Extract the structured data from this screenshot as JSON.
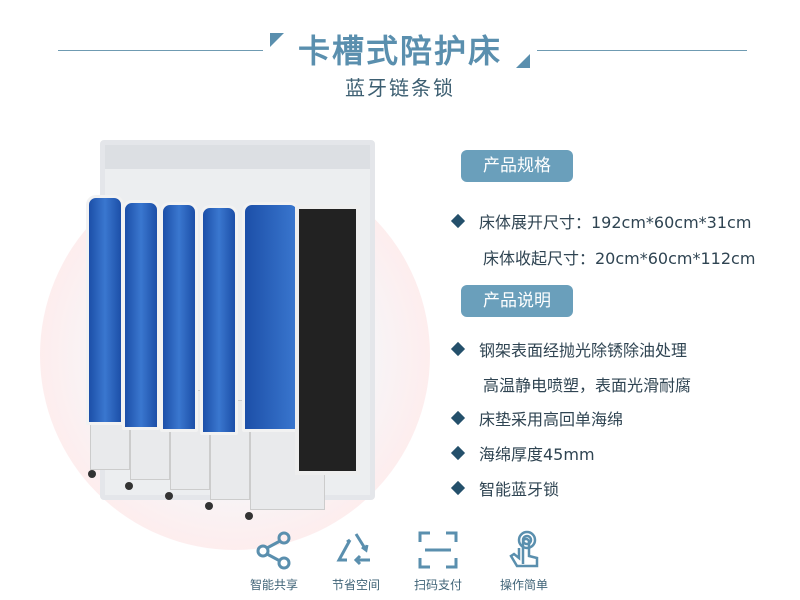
{
  "header": {
    "title": "卡槽式陪护床",
    "subtitle": "蓝牙链条锁"
  },
  "specs": {
    "tag": "产品规格",
    "items": [
      "床体展开尺寸：192cm*60cm*31cm",
      "床体收起尺寸：20cm*60cm*112cm"
    ]
  },
  "description": {
    "tag": "产品说明",
    "items": [
      "钢架表面经抛光除锈除油处理",
      "高温静电喷塑，表面光滑耐腐",
      "床垫采用高回单海绵",
      "海绵厚度45mm",
      "智能蓝牙锁"
    ]
  },
  "features": [
    {
      "label": "智能共享",
      "icon": "share-icon"
    },
    {
      "label": "节省空间",
      "icon": "recycle-icon"
    },
    {
      "label": "扫码支付",
      "icon": "scan-icon"
    },
    {
      "label": "操作简单",
      "icon": "touch-icon"
    }
  ],
  "colors": {
    "accent": "#5a8fae",
    "text": "#2f4452",
    "bed": "#2a63bb"
  }
}
